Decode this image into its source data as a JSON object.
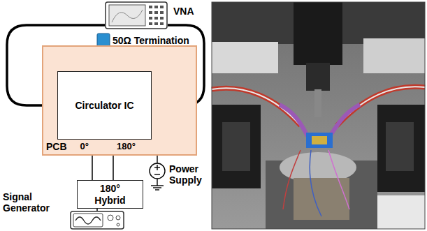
{
  "diagram": {
    "nodes": [
      {
        "text": [
          "VNA"
        ]
      },
      {
        "text": [
          "PCB"
        ]
      },
      {
        "text": [
          "Circulator IC"
        ],
        "in": 1
      },
      {
        "text": [
          "180° Hybrid"
        ]
      },
      {
        "text": [
          "Signal Generator"
        ]
      }
    ],
    "edges": [
      {
        "from": 0,
        "to": 2,
        "arrow": "none"
      },
      {
        "from": 0,
        "to": 2,
        "arrow": "none"
      },
      {
        "from": 3,
        "to": 2,
        "label": "0°",
        "arrow": "none"
      },
      {
        "from": 3,
        "to": 2,
        "label": "180°",
        "arrow": "none"
      },
      {
        "from": 4,
        "to": 3,
        "arrow": "none"
      }
    ],
    "labels": [
      "50Ω Termination",
      "Power Supply"
    ]
  }
}
